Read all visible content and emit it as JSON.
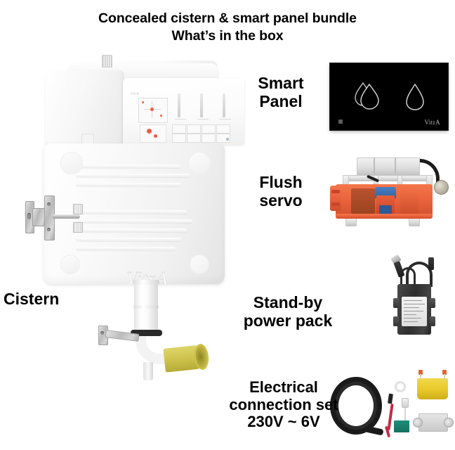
{
  "header": {
    "title_line1": "Concealed cistern & smart panel bundle",
    "title_line2": "What’s in the box"
  },
  "labels": {
    "cistern": "Cistern",
    "smart_panel_line1": "Smart",
    "smart_panel_line2": "Panel",
    "flush_servo_line1": "Flush",
    "flush_servo_line2": "servo",
    "standby_line1": "Stand-by",
    "standby_line2": "power pack",
    "electrical_line1": "Electrical",
    "electrical_line2": "connection set",
    "electrical_line3": "230V ~ 6V"
  },
  "brands": {
    "cistern_emboss": "VitrA",
    "panel_wordmark": "VitrA",
    "cistern_label_mark": "VitrA"
  },
  "colors": {
    "background": "#ffffff",
    "text": "#000000",
    "panel_glass": "#000000",
    "panel_icon_outline": "#c9c9c9",
    "servo_orange": "#e8603a",
    "servo_blue": "#35639f",
    "cistern_white": "#f4f4f4",
    "pipe_yellow": "#cfc54e",
    "set_yellow": "#e8c828",
    "set_green": "#14705f",
    "set_red": "#c32f48",
    "cable_black": "#1a1a1a",
    "metal_gray": "#bcbcbc"
  },
  "icons": {
    "full_flush": "double-water-drop-icon",
    "half_flush": "single-water-drop-icon",
    "panel_indicator": "indicator-square-icon"
  }
}
